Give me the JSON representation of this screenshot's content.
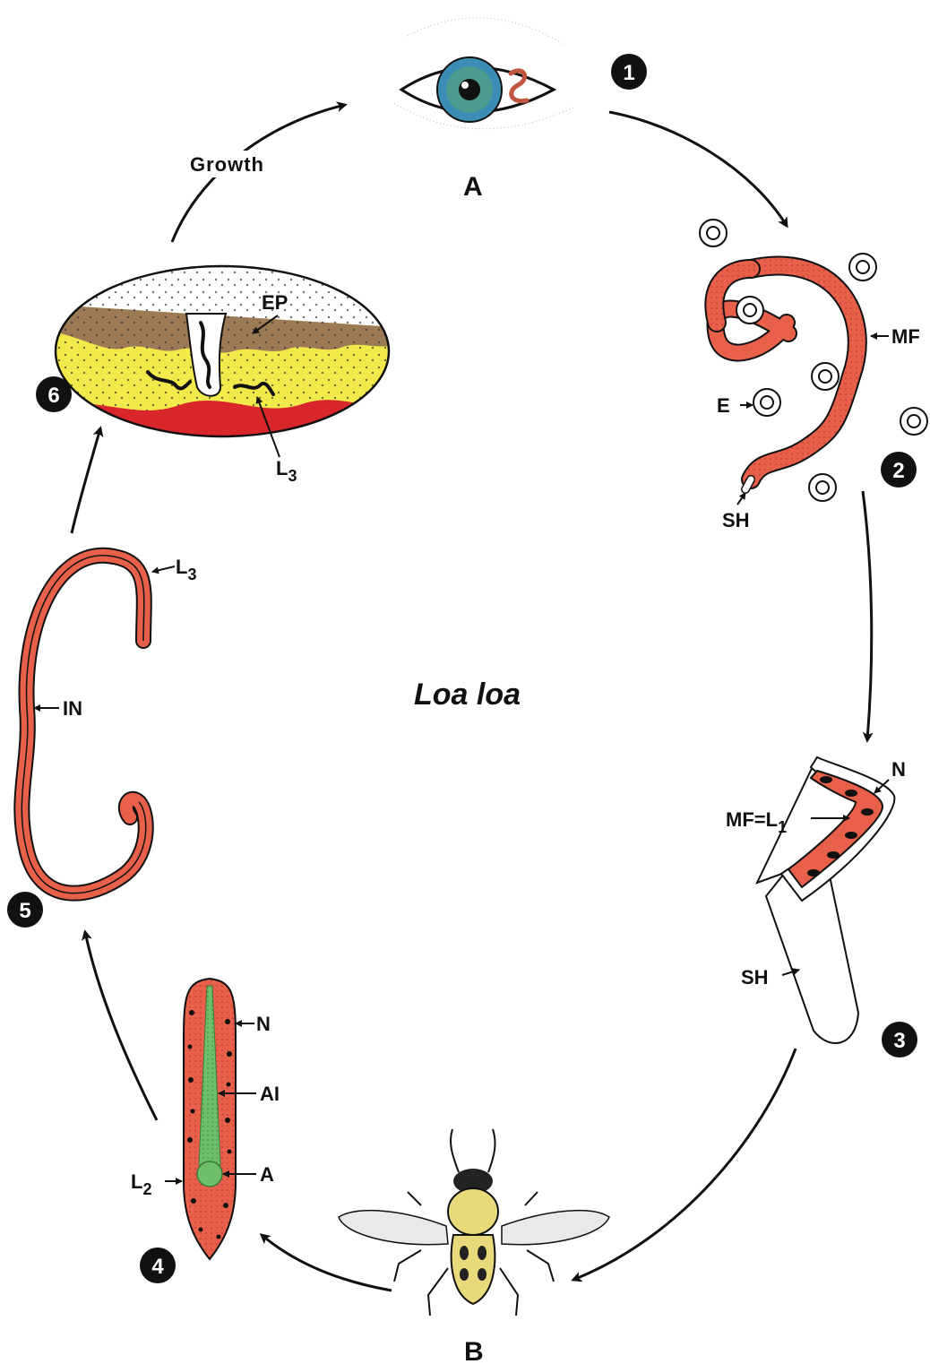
{
  "title": "Loa loa",
  "hosts": {
    "human": "A",
    "fly": "B"
  },
  "growth_label": "Growth",
  "steps": [
    "1",
    "2",
    "3",
    "4",
    "5",
    "6"
  ],
  "stage2": {
    "mf": "MF",
    "e": "E",
    "sh": "SH"
  },
  "stage3": {
    "n": "N",
    "mf_l1": "MF=L",
    "sub1": "1",
    "sh": "SH"
  },
  "stage4": {
    "n": "N",
    "ai": "AI",
    "a": "A",
    "l2": "L",
    "sub2": "2"
  },
  "stage5": {
    "l3": "L",
    "sub3": "3",
    "in": "IN"
  },
  "stage6": {
    "ep": "EP",
    "l3": "L",
    "sub3": "3"
  },
  "colors": {
    "worm": "#e8604a",
    "gut": "#6fbf6a",
    "skin_top": "#9b7a55",
    "dermis": "#f2ea4a",
    "blood": "#d9262b",
    "badge": "#111111"
  }
}
